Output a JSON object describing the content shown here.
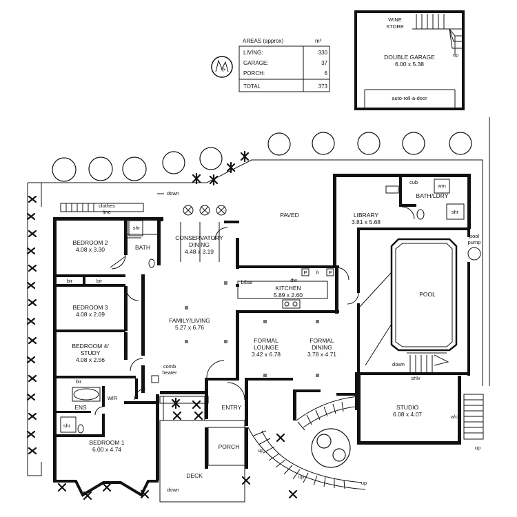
{
  "areas_table": {
    "header_left": "AREAS (approx)",
    "header_right": "m²",
    "rows": [
      {
        "label": "LIVING:",
        "value": "330"
      },
      {
        "label": "GARAGE:",
        "value": "37"
      },
      {
        "label": "PORCH:",
        "value": "6"
      }
    ],
    "total_label": "TOTAL",
    "total_value": "373"
  },
  "north_label": "N",
  "garage": {
    "wine_store": [
      "WINE",
      "STORE"
    ],
    "name": "DOUBLE GARAGE",
    "dims": "6.00 x 5.38",
    "door": "auto-roll-a-door",
    "stair": "up"
  },
  "rooms": {
    "bedroom2": {
      "name": "BEDROOM 2",
      "dims": "4.08 x 3.30"
    },
    "bedroom3": {
      "name": "BEDROOM 3",
      "dims": "4.08 x 2.69"
    },
    "bedroom4": {
      "name1": "BEDROOM 4/",
      "name2": "STUDY",
      "dims": "4.08 x 2.56"
    },
    "bedroom1": {
      "name": "BEDROOM 1",
      "dims": "6.00 x 4.74"
    },
    "bath": {
      "name": "BATH"
    },
    "conservatory": {
      "name1": "CONSERVATORY",
      "name2": "DINING",
      "dims": "4.48 x 3.19"
    },
    "family": {
      "name": "FAMILY/LIVING",
      "dims": "5.27 x 6.76"
    },
    "kitchen": {
      "name": "KITCHEN",
      "dims": "5.89 x 2.60"
    },
    "formal_lounge": {
      "name1": "FORMAL",
      "name2": "LOUNGE",
      "dims": "3.42 x 6.78"
    },
    "formal_dining": {
      "name1": "FORMAL",
      "name2": "DINING",
      "dims": "3.78 x 4.71"
    },
    "library": {
      "name": "LIBRARY",
      "dims": "3.81 x 5.68"
    },
    "bath_ldry": {
      "name": "BATH/LDRY"
    },
    "pool": {
      "name": "POOL"
    },
    "studio": {
      "name": "STUDIO",
      "dims": "6.08 x 4.07"
    },
    "entry": {
      "name": "ENTRY"
    },
    "porch": {
      "name": "PORCH"
    },
    "deck": {
      "name": "DECK"
    },
    "paved": {
      "name": "PAVED"
    },
    "ens": {
      "name": "ENS"
    }
  },
  "fixtures": {
    "shr_bath": "shr",
    "shr_ens": "shr",
    "shr_ldry": "shr",
    "bir_a": "bir",
    "bir_b": "bir",
    "bir_c": "bir",
    "wir": "WIR",
    "cub": "cub",
    "wm": "wm",
    "dw": "dw",
    "bbar": "b/bar",
    "p1": "P",
    "fr": "fr",
    "p2": "P",
    "comb_heater": [
      "comb",
      "heater"
    ],
    "clothes_line": [
      "clothes",
      "line"
    ],
    "pool_pump": [
      "pool",
      "pump"
    ],
    "shlv": "shlv",
    "ac": "a/c"
  },
  "stair_labels": {
    "down_top": "down",
    "down_pool": "down",
    "down_deck": "down",
    "up_porch": "up",
    "up_curve1": "up",
    "up_curve2": "up",
    "up_right": "up"
  }
}
